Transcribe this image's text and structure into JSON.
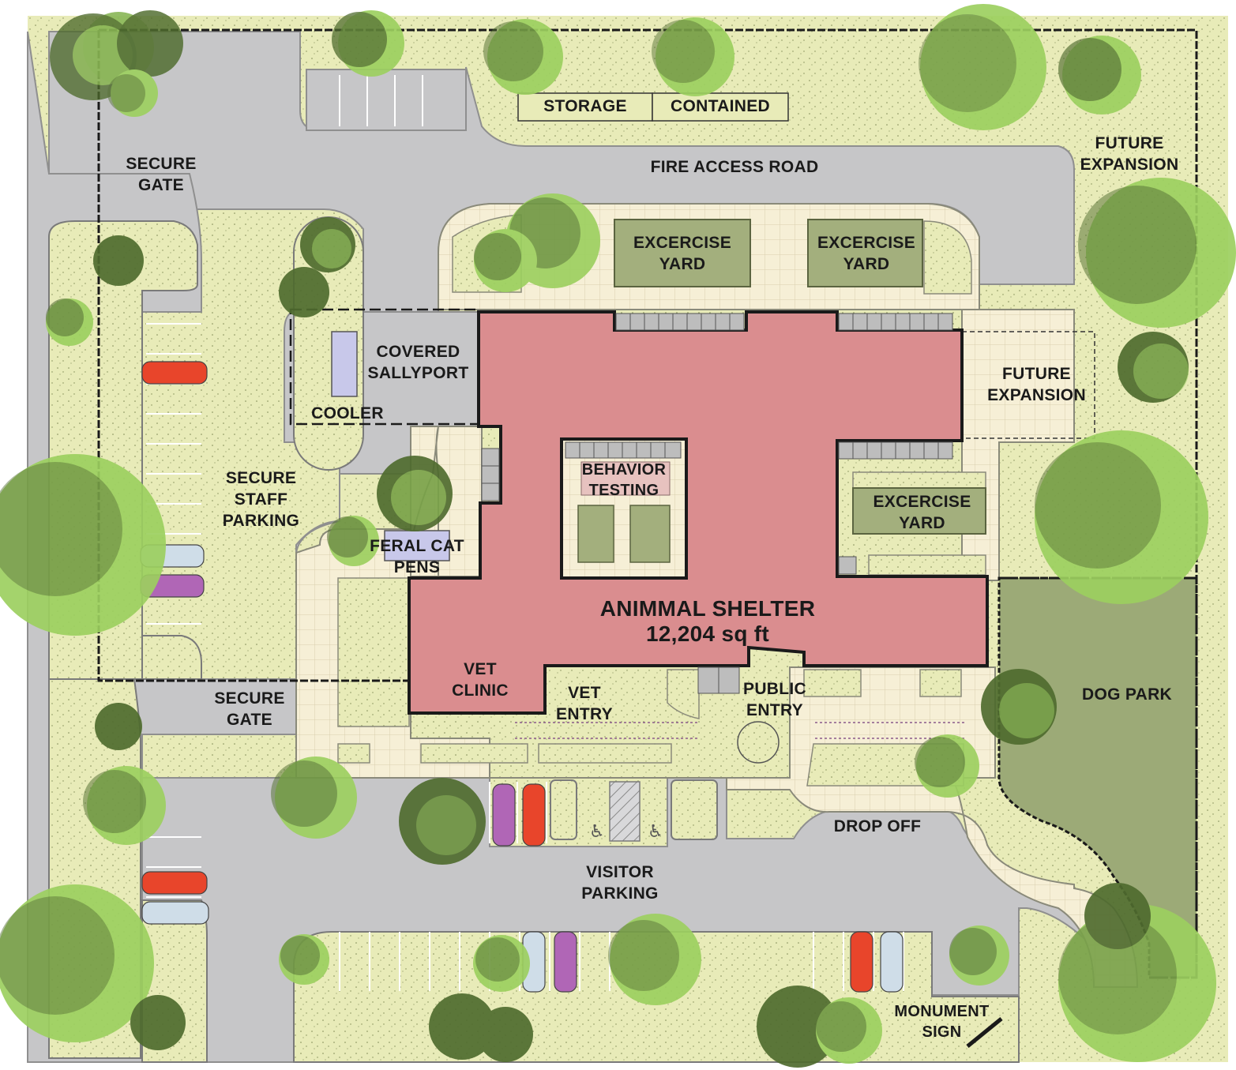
{
  "colors": {
    "lawn": "#e8ebb8",
    "pavement": "#c6c6c8",
    "plaza": "#f6efd6",
    "building": "#da8d8f",
    "yard": "#a3af7d",
    "dog_park": "#9caa77",
    "tree_dark": "#4f6b2e",
    "tree_light": "#9ccf5f",
    "car_red": "#e8452b",
    "car_blue": "#cfdde8",
    "car_purple": "#b066b6",
    "cooler": "#c8c8ea"
  },
  "labels": {
    "storage": "STORAGE",
    "contained": "CONTAINED",
    "fire_access_road": "FIRE ACCESS ROAD",
    "future_expansion_top": [
      "FUTURE",
      "EXPANSION"
    ],
    "secure_gate_top": [
      "SECURE",
      "GATE"
    ],
    "exercise_yard_1": [
      "EXCERCISE",
      "YARD"
    ],
    "exercise_yard_2": [
      "EXCERCISE",
      "YARD"
    ],
    "exercise_yard_3": [
      "EXCERCISE",
      "YARD"
    ],
    "covered_sallyport": [
      "COVERED",
      "SALLYPORT"
    ],
    "cooler": "COOLER",
    "future_expansion_right": [
      "FUTURE",
      "EXPANSION"
    ],
    "behavior_testing": [
      "BEHAVIOR",
      "TESTING"
    ],
    "secure_staff_parking": [
      "SECURE",
      "STAFF",
      "PARKING"
    ],
    "feral_cat_pens": [
      "FERAL CAT",
      "PENS"
    ],
    "building_name": "ANIMMAL SHELTER",
    "building_area": "12,204 sq ft",
    "vet_clinic": [
      "VET",
      "CLINIC"
    ],
    "vet_entry": [
      "VET",
      "ENTRY"
    ],
    "public_entry": [
      "PUBLIC",
      "ENTRY"
    ],
    "secure_gate_bottom": [
      "SECURE",
      "GATE"
    ],
    "dog_park": "DOG PARK",
    "drop_off": "DROP OFF",
    "visitor_parking": [
      "VISITOR",
      "PARKING"
    ],
    "monument_sign": [
      "MONUMENT",
      "SIGN"
    ]
  }
}
